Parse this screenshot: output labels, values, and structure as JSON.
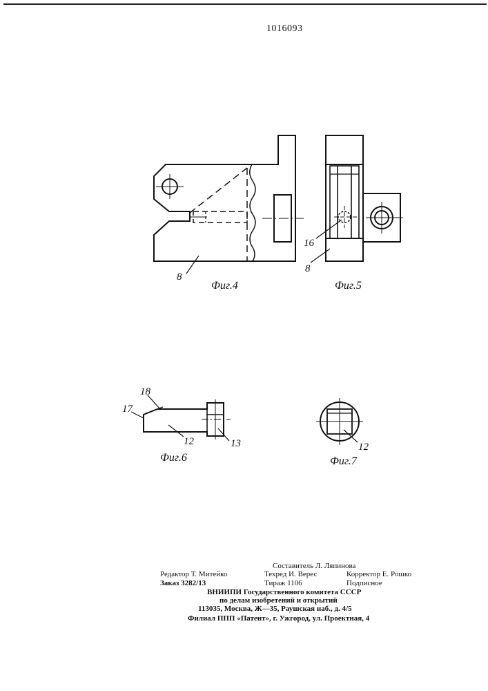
{
  "patent_number": "1016093",
  "figures": {
    "fig4": {
      "caption": "Фиг.4",
      "part_labels": [
        "8"
      ]
    },
    "fig5": {
      "caption": "Фиг.5",
      "part_labels": [
        "16",
        "8"
      ]
    },
    "fig6": {
      "caption": "Фиг.6",
      "part_labels": [
        "18",
        "17",
        "12",
        "13"
      ]
    },
    "fig7": {
      "caption": "Фиг.7",
      "part_labels": [
        "12"
      ]
    }
  },
  "imprint": {
    "compiler": "Составитель Л. Ляпинова",
    "editor": "Редактор Т. Митейко",
    "techred": "Техред И. Верес",
    "corrector": "Корректор Е. Рошко",
    "order": "Заказ 3282/13",
    "circulation": "Тираж 1106",
    "subscription": "Подписное",
    "org_line1": "ВНИИПИ Государственного комитета СССР",
    "org_line2": "по делам изобретений и открытий",
    "address": "113035, Москва, Ж—35, Раушская наб., д. 4/5",
    "branch": "Филиал ППП «Патент», г. Ужгород, ул. Проектная, 4"
  }
}
